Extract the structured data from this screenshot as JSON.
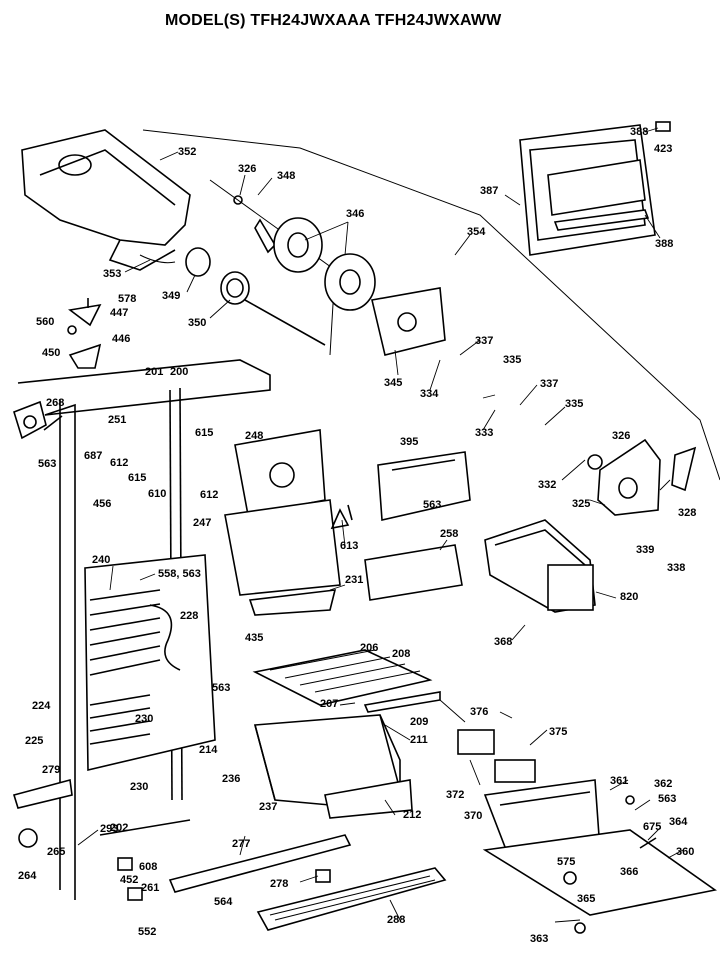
{
  "title": "MODEL(S) TFH24JWXAAA TFH24JWXAWW",
  "labels": [
    "352",
    "326",
    "348",
    "346",
    "388",
    "423",
    "387",
    "354",
    "388",
    "353",
    "349",
    "578",
    "447",
    "350",
    "560",
    "345",
    "450",
    "446",
    "337",
    "201",
    "200",
    "335",
    "334",
    "337",
    "268",
    "251",
    "333",
    "335",
    "615",
    "248",
    "395",
    "326",
    "687",
    "612",
    "563",
    "615",
    "610",
    "612",
    "563",
    "332",
    "456",
    "325",
    "328",
    "247",
    "613",
    "258",
    "240",
    "558, 563",
    "231",
    "820",
    "339",
    "338",
    "228",
    "435",
    "368",
    "206",
    "208",
    "563",
    "224",
    "207",
    "209",
    "376",
    "375",
    "225",
    "230",
    "211",
    "214",
    "279",
    "236",
    "230",
    "237",
    "212",
    "372",
    "361",
    "362",
    "563",
    "370",
    "675",
    "364",
    "202",
    "293",
    "265",
    "277",
    "264",
    "608",
    "575",
    "360",
    "452",
    "261",
    "366",
    "278",
    "564",
    "365",
    "288",
    "552",
    "363"
  ]
}
